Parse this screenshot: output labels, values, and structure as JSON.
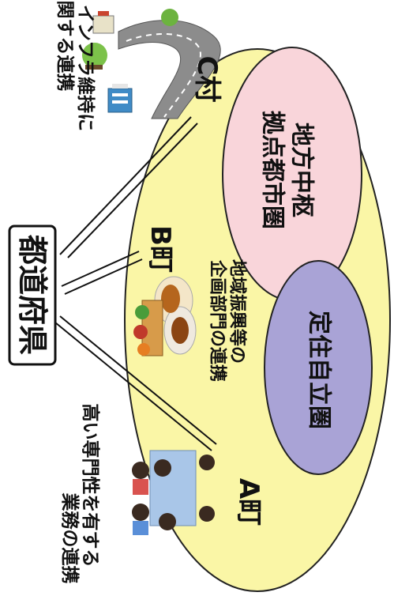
{
  "prefecture": "都道府県",
  "towns": {
    "a": "A町",
    "b": "B町",
    "c": "C村"
  },
  "areas": {
    "central_hub_line1": "地方中枢",
    "central_hub_line2": "拠点都市圏",
    "settlement": "定住自立圏"
  },
  "cooperation": {
    "infra_line1": "インフラ維持に",
    "infra_line2": "関する連携",
    "regional_line1": "地域振興等の",
    "regional_line2": "企画部門の連携",
    "specialist_line1": "高い専門性を有する",
    "specialist_line2": "業務の連携"
  },
  "colors": {
    "big_ellipse": "#FAF6A6",
    "hub_ellipse": "#F9D5DA",
    "settlement_ellipse": "#A9A3D6",
    "road": "#8C8C8C"
  }
}
